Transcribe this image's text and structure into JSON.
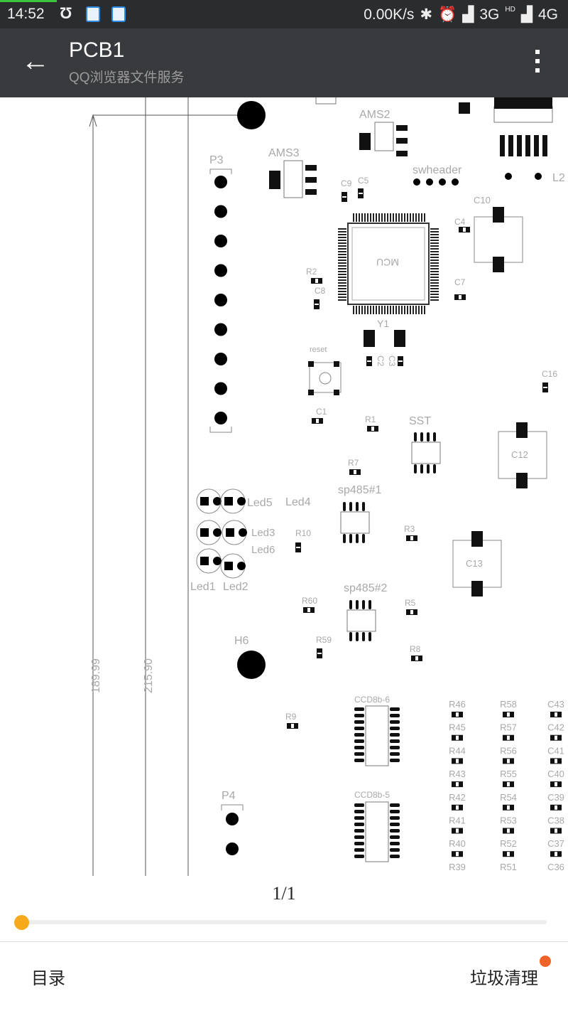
{
  "status_bar": {
    "time": "14:52",
    "net_speed": "0.00K/s",
    "net1": "3G",
    "net2": "4G",
    "hd": "HD"
  },
  "app_bar": {
    "title": "PCB1",
    "subtitle": "QQ浏览器文件服务",
    "back_icon": "arrow-left-icon",
    "menu_icon": "more-vert-icon"
  },
  "pcb": {
    "labels": [
      "AMS2",
      "AMS3",
      "P3",
      "C9",
      "C5",
      "swheader",
      "C10",
      "C4",
      "MCU",
      "R2",
      "C8",
      "C7",
      "Y1",
      "reset",
      "C2",
      "C3",
      "C16",
      "C1",
      "R1",
      "SST",
      "C12",
      "R7",
      "sp485#1",
      "Led5",
      "Led4",
      "Led3",
      "Led6",
      "R10",
      "R3",
      "C13",
      "Led1",
      "Led2",
      "sp485#2",
      "R60",
      "R5",
      "H6",
      "R59",
      "R8",
      "R9",
      "CCD8b-6",
      "CCD8b-5",
      "P4",
      "L2"
    ],
    "dimensions": [
      "189.99",
      "215.90"
    ],
    "grid": [
      [
        "R46",
        "R58",
        "C43"
      ],
      [
        "R45",
        "R57",
        "C42"
      ],
      [
        "R44",
        "R56",
        "C41"
      ],
      [
        "R43",
        "R55",
        "C40"
      ],
      [
        "R42",
        "R54",
        "C39"
      ],
      [
        "R41",
        "R53",
        "C38"
      ],
      [
        "R40",
        "R52",
        "C37"
      ],
      [
        "R39",
        "R51",
        "C36"
      ]
    ]
  },
  "pager": {
    "page": "1/1",
    "progress": 0
  },
  "bottom_bar": {
    "toc": "目录",
    "clean": "垃圾清理"
  }
}
